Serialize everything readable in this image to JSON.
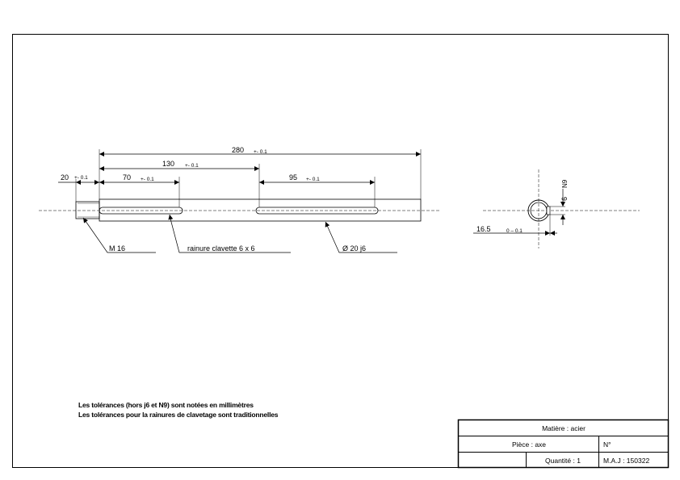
{
  "dimensions": {
    "overall": {
      "value": "280",
      "tol": "+- 0.1"
    },
    "keyway_right_end": {
      "value": "130",
      "tol": "+- 0.1"
    },
    "thread_length": {
      "value": "20",
      "tol": "+- 0.1"
    },
    "left_keyway": {
      "value": "70",
      "tol": "+- 0.1"
    },
    "right_keyway": {
      "value": "95",
      "tol": "+- 0.1"
    },
    "keyway_depth": {
      "value": "16.5",
      "tol": "0 – 0.1"
    },
    "keyway_width": {
      "value": "6",
      "tol": "N9"
    }
  },
  "callouts": {
    "thread": "M 16",
    "keyway": "rainure clavette 6 x 6",
    "diameter": "Ø 20  j6"
  },
  "notes": [
    "Les tolérances (hors j6 et N9) sont notées en millimètres",
    "Les tolérances pour la rainures de clavetage sont traditionnelles"
  ],
  "title_block": {
    "material": "Matière : acier",
    "part": "Pièce : axe",
    "number_label": "N°",
    "quantity": "Quantité : 1",
    "update": "M.A.J : 150322"
  }
}
